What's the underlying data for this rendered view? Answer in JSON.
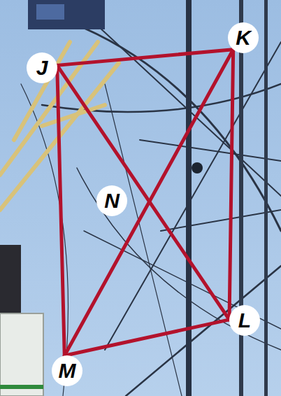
{
  "diagram": {
    "nodes": [
      {
        "text": [
          "J"
        ]
      },
      {
        "text": [
          "K"
        ]
      },
      {
        "text": [
          "N"
        ]
      },
      {
        "text": [
          "M"
        ]
      },
      {
        "text": [
          "L"
        ]
      }
    ],
    "edges": [
      {
        "from": 0,
        "to": 1,
        "arrow": "none"
      },
      {
        "from": 1,
        "to": 4,
        "arrow": "none"
      },
      {
        "from": 4,
        "to": 3,
        "arrow": "none"
      },
      {
        "from": 3,
        "to": 0,
        "arrow": "none"
      },
      {
        "from": 0,
        "to": 4,
        "arrow": "none"
      },
      {
        "from": 1,
        "to": 3,
        "arrow": "none"
      }
    ]
  }
}
